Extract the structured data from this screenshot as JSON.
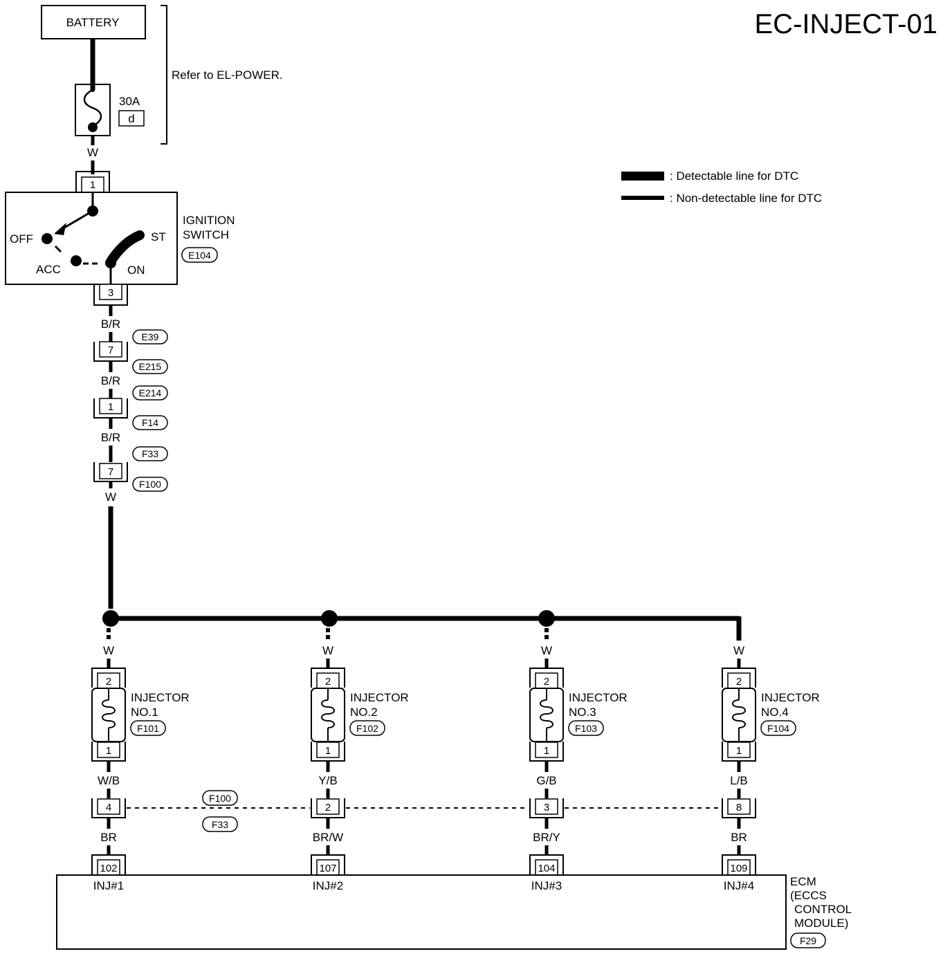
{
  "diagram_id": "EC-INJECT-01",
  "battery": {
    "label": "BATTERY"
  },
  "power_ref": "Refer to EL-POWER.",
  "fuse": {
    "rating": "30A",
    "id": "d"
  },
  "legend": {
    "detectable": ": Detectable line for DTC",
    "non_detectable": ": Non-detectable line for DTC"
  },
  "ignition_switch": {
    "name_line1": "IGNITION",
    "name_line2": "SWITCH",
    "connector": "E104",
    "pos_off": "OFF",
    "pos_acc": "ACC",
    "pos_on": "ON",
    "pos_st": "ST",
    "pin_in": "1",
    "pin_out": "3"
  },
  "wires": {
    "battery_out": "W",
    "sw_out": "B/R",
    "seg2": "B/R",
    "seg3": "B/R",
    "to_injectors": "W"
  },
  "inline_connectors": [
    {
      "pin": "7",
      "top": "E39",
      "bottom": "E215"
    },
    {
      "pin": "1",
      "top": "E214",
      "bottom": "F14"
    },
    {
      "pin": "7",
      "top": "F33",
      "bottom": "F100"
    }
  ],
  "injectors": [
    {
      "label1": "INJECTOR",
      "label2": "NO.1",
      "connector": "F101",
      "pin_top": "2",
      "pin_bottom": "1",
      "wire_in": "W",
      "wire_out": "W/B",
      "joint_pin": "4",
      "ecm_wire": "BR",
      "ecm_pin": "102",
      "ecm_label": "INJ#1"
    },
    {
      "label1": "INJECTOR",
      "label2": "NO.2",
      "connector": "F102",
      "pin_top": "2",
      "pin_bottom": "1",
      "wire_in": "W",
      "wire_out": "Y/B",
      "joint_pin": "2",
      "ecm_wire": "BR/W",
      "ecm_pin": "107",
      "ecm_label": "INJ#2"
    },
    {
      "label1": "INJECTOR",
      "label2": "NO.3",
      "connector": "F103",
      "pin_top": "2",
      "pin_bottom": "1",
      "wire_in": "W",
      "wire_out": "G/B",
      "joint_pin": "3",
      "ecm_wire": "BR/Y",
      "ecm_pin": "104",
      "ecm_label": "INJ#3"
    },
    {
      "label1": "INJECTOR",
      "label2": "NO.4",
      "connector": "F104",
      "pin_top": "2",
      "pin_bottom": "1",
      "wire_in": "W",
      "wire_out": "L/B",
      "joint_pin": "8",
      "ecm_wire": "BR",
      "ecm_pin": "109",
      "ecm_label": "INJ#4"
    }
  ],
  "joint_connectors": {
    "top": "F100",
    "bottom": "F33"
  },
  "ecm": {
    "line1": "ECM",
    "line2": "(ECCS",
    "line3": "CONTROL",
    "line4": "MODULE)",
    "connector": "F29"
  }
}
